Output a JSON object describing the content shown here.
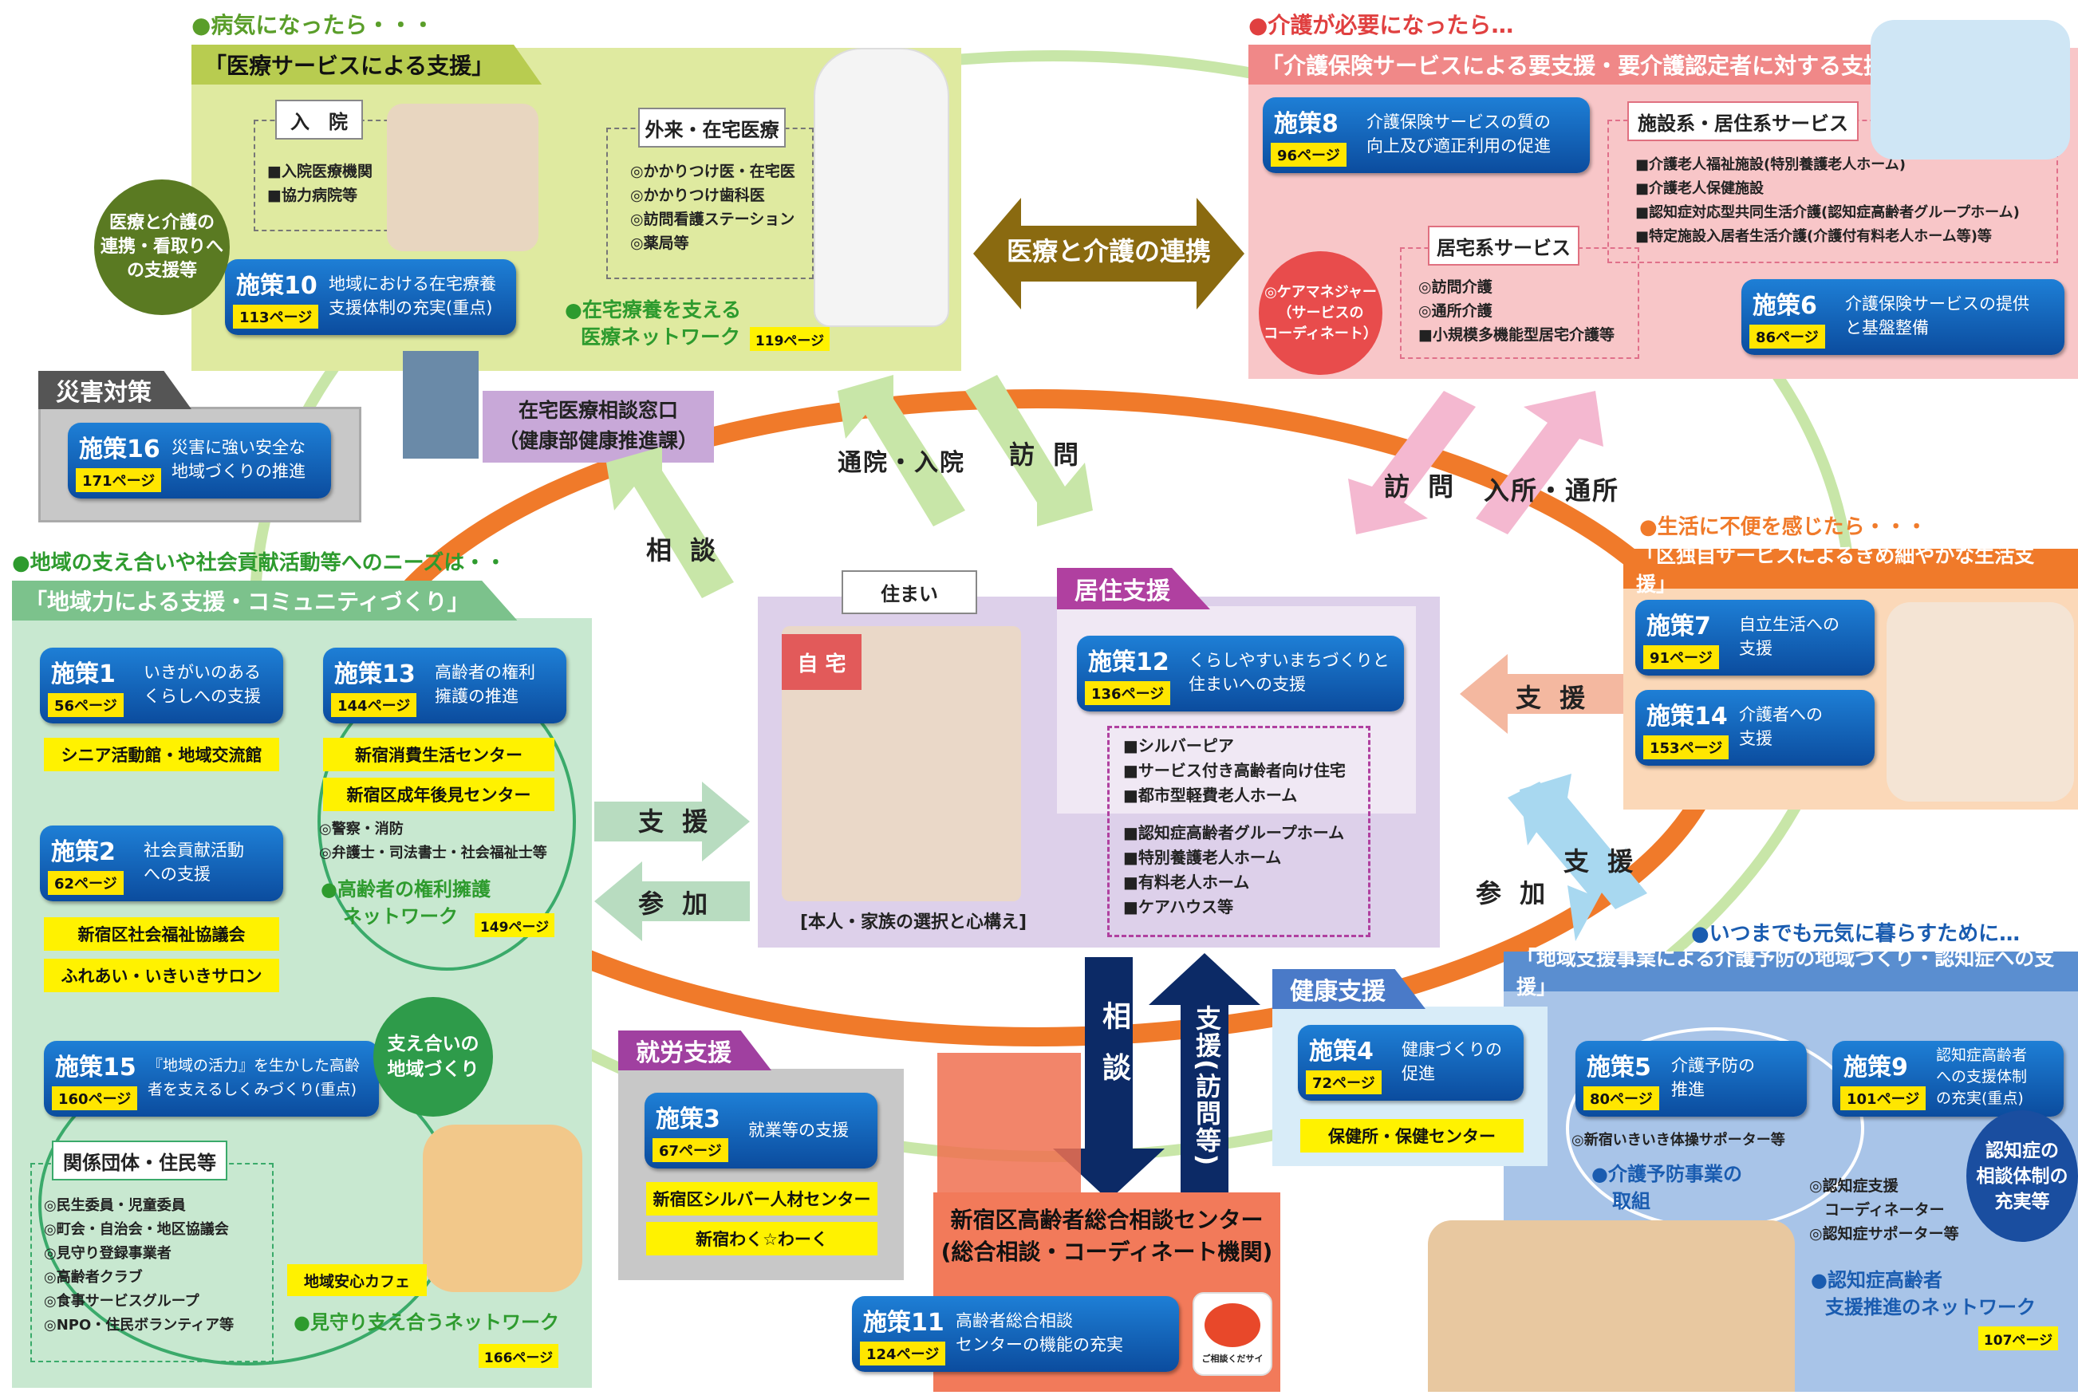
{
  "medical": {
    "heading": "●病気になったら・・・",
    "banner": "「医療サービスによる支援」",
    "inpatient": "入　院",
    "inpatient_items": [
      "■入院医療機関",
      "■協力病院等"
    ],
    "outpatient": "外来・在宅医療",
    "outpatient_items": [
      "◎かかりつけ医・在宅医",
      "◎かかりつけ歯科医",
      "◎訪問看護ステーション",
      "◎薬局等"
    ],
    "p10_name": "施策10",
    "p10_page": "113ページ",
    "p10_text1": "地域における在宅療養",
    "p10_text2": "支援体制の充実(重点)",
    "network1": "●在宅療養を支える",
    "network2": "医療ネットワーク",
    "network_page": "119ページ",
    "circle1": "医療と介護の",
    "circle2": "連携・看取りへ",
    "circle3": "の支援等"
  },
  "care": {
    "heading": "●介護が必要になったら…",
    "banner": "「介護保険サービスによる要支援・要介護認定者に対する支援」",
    "p8_name": "施策8",
    "p8_page": "96ページ",
    "p8_text1": "介護保険サービスの質の",
    "p8_text2": "向上及び適正利用の促進",
    "facility": "施設系・居住系サービス",
    "facility_items": [
      "■介護老人福祉施設(特別養護老人ホーム)",
      "■介護老人保健施設",
      "■認知症対応型共同生活介護(認知症高齢者グループホーム)",
      "■特定施設入居者生活介護(介護付有料老人ホーム等)等"
    ],
    "home": "居宅系サービス",
    "home_items": [
      "◎訪問介護",
      "◎通所介護",
      "■小規模多機能型居宅介護等"
    ],
    "caremgr1": "◎ケアマネジャー",
    "caremgr2": "（サービスの",
    "caremgr3": "コーディネート）",
    "p6_name": "施策6",
    "p6_page": "86ページ",
    "p6_text1": "介護保険サービスの提供",
    "p6_text2": "と基盤整備"
  },
  "link": "医療と介護の連携",
  "disaster": {
    "tag": "災害対策",
    "p16_name": "施策16",
    "p16_page": "171ページ",
    "p16_text1": "災害に強い安全な",
    "p16_text2": "地域づくりの推進"
  },
  "clinic": {
    "line1": "在宅医療相談窓口",
    "line2": "（健康部健康推進課）"
  },
  "arrows": {
    "tsuin": "通院・入院",
    "houmon1": "訪 問",
    "soudan1": "相 談",
    "houmon2": "訪 問",
    "nyusho": "入所・通所",
    "shien1": "支 援",
    "shien2": "支 援",
    "sanka1": "参 加",
    "shien3": "支 援",
    "sanka2": "参 加",
    "soudan2": "相\n談",
    "shien4": "支援(訪問等)"
  },
  "community": {
    "heading": "●地域の支え合いや社会貢献活動等へのニーズは・・",
    "banner": "「地域力による支援・コミュニティづくり」",
    "p1_name": "施策1",
    "p1_page": "56ページ",
    "p1_text1": "いきがいのある",
    "p1_text2": "くらしへの支援",
    "y1": "シニア活動館・地域交流館",
    "p13_name": "施策13",
    "p13_page": "144ページ",
    "p13_text1": "高齢者の権利",
    "p13_text2": "擁護の推進",
    "y13a": "新宿消費生活センター",
    "y13b": "新宿区成年後見センター",
    "items13": [
      "◎警察・消防",
      "◎弁護士・司法書士・社会福祉士等"
    ],
    "net13a": "●高齢者の権利擁護",
    "net13b": "ネットワーク",
    "net13_page": "149ページ",
    "p2_name": "施策2",
    "p2_page": "62ページ",
    "p2_text1": "社会貢献活動",
    "p2_text2": "への支援",
    "y2a": "新宿区社会福祉協議会",
    "y2b": "ふれあい・いきいきサロン",
    "p15_name": "施策15",
    "p15_page": "160ページ",
    "p15_text1": "『地域の活力』を生かした高齢",
    "p15_text2": "者を支えるしくみづくり(重点)",
    "circle1": "支え合いの",
    "circle2": "地域づくり",
    "group": "関係団体・住民等",
    "group_items": [
      "◎民生委員・児童委員",
      "◎町会・自治会・地区協議会",
      "◎見守り登録事業者",
      "◎高齢者クラブ",
      "◎食事サービスグループ",
      "◎NPO・住民ボランティア等"
    ],
    "cafe": "地域安心カフェ",
    "net15": "●見守り支え合うネットワーク",
    "net15_page": "166ページ"
  },
  "home_center": {
    "sumai": "住まい",
    "jitaku": "自 宅",
    "caption": "[本人・家族の選択と心構え]",
    "kyoju": "居住支援",
    "p12_name": "施策12",
    "p12_page": "136ページ",
    "p12_text1": "くらしやすいまちづくりと",
    "p12_text2": "住まいへの支援",
    "list_a": [
      "■シルバーピア",
      "■サービス付き高齢者向け住宅",
      "■都市型軽費老人ホーム"
    ],
    "list_b": [
      "■認知症高齢者グループホーム",
      "■特別養護老人ホーム",
      "■有料老人ホーム",
      "■ケアハウス等"
    ]
  },
  "life": {
    "heading": "●生活に不便を感じたら・・・",
    "banner": "「区独自サービスによるきめ細やかな生活支援」",
    "p7_name": "施策7",
    "p7_page": "91ページ",
    "p7_text1": "自立生活への",
    "p7_text2": "支援",
    "p14_name": "施策14",
    "p14_page": "153ページ",
    "p14_text1": "介護者への",
    "p14_text2": "支援"
  },
  "prevent": {
    "heading": "●いつまでも元気に暮らすために…",
    "banner": "「地域支援事業による介護予防の地域づくり・認知症への支援」",
    "health_tag": "健康支援",
    "p4_name": "施策4",
    "p4_page": "72ページ",
    "p4_text1": "健康づくりの",
    "p4_text2": "促進",
    "y4": "保健所・保健センター",
    "p5_name": "施策5",
    "p5_page": "80ページ",
    "p5_text1": "介護予防の",
    "p5_text2": "推進",
    "p5_item": "◎新宿いきいき体操サポーター等",
    "net5a": "●介護予防事業の",
    "net5b": "取組",
    "p9_name": "施策9",
    "p9_page": "101ページ",
    "p9_text1": "認知症高齢者",
    "p9_text2": "への支援体制",
    "p9_text3": "の充実(重点)",
    "p9_items": [
      "◎認知症支援",
      "　コーディネーター",
      "◎認知症サポーター等"
    ],
    "circle1": "認知症の",
    "circle2": "相談体制の",
    "circle3": "充実等",
    "net9a": "●認知症高齢者",
    "net9b": "支援推進のネットワーク",
    "net9_page": "107ページ"
  },
  "work": {
    "tag": "就労支援",
    "p3_name": "施策3",
    "p3_page": "67ページ",
    "p3_text": "就業等の支援",
    "y3a": "新宿区シルバー人材センター",
    "y3b": "新宿わく☆わーく"
  },
  "center": {
    "line1": "新宿区高齢者総合相談センター",
    "line2": "(総合相談・コーディネート機関)",
    "p11_name": "施策11",
    "p11_page": "124ページ",
    "p11_text1": "高齢者総合相談",
    "p11_text2": "センターの機能の充実",
    "logo": "ご相談くだサイ"
  }
}
